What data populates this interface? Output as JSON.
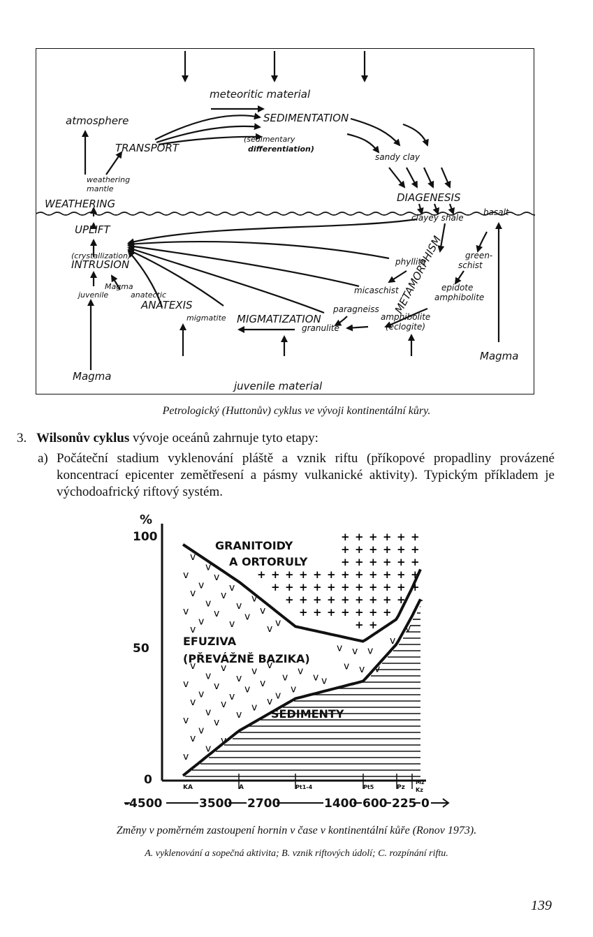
{
  "diagram": {
    "labels": {
      "meteoritic": "meteoritic material",
      "sedimentation": "SEDIMENTATION",
      "atmosphere": "atmosphere",
      "transport": "TRANSPORT",
      "sed_diff1": "(sedimentary",
      "sed_diff2": "differentiation)",
      "sandy_clay": "sandy clay",
      "weathering_mantle1": "weathering",
      "weathering_mantle2": "mantle",
      "weathering": "WEATHERING",
      "diagenesis": "DIAGENESIS",
      "clayey_shale": "clayey shale",
      "basalt": "basalt",
      "uplift": "UPLIFT",
      "crystallization": "(crystallization)",
      "intrusion": "INTRUSION",
      "phyllite": "phyllite",
      "greenschist1": "green-",
      "greenschist2": "schist",
      "metamorphism": "METAMORPHISM",
      "magma_small": "Magma",
      "juvenile": "juvenile",
      "anatectic": "anatectic",
      "micaschist": "micaschist",
      "epidote": "epidote",
      "amphibolite": "amphibolite",
      "anatexis": "ANATEXIS",
      "paragneiss": "paragneiss",
      "migmatite": "migmatite",
      "migmatization": "MIGMATIZATION",
      "amphibolite2": "amphibolite",
      "eclogite": "(eclogite)",
      "granulite": "granulite",
      "magma_left": "Magma",
      "magma_right": "Magma",
      "juvenile_material": "juvenile material"
    }
  },
  "caption1": "Petrologický (Huttonův) cyklus ve vývoji kontinentální kůry.",
  "item3": {
    "number": "3.",
    "bold": "Wilsonův cyklus",
    "rest": " vývoje oceánů zahrnuje tyto etapy:"
  },
  "item_a": {
    "label": "a)",
    "text": "Počáteční stadium vyklenování pláště a vznik riftu (příkopové propadliny provázené koncentrací epicenter zemětřesení a pásmy vulkanické aktivity). Typickým příkladem je východoafrický riftový systém."
  },
  "chart_data": {
    "type": "area",
    "title": "",
    "ylabel": "%",
    "y_ticks": [
      "100",
      "50",
      "0"
    ],
    "x_ticks": [
      "-4500",
      "3500",
      "2700",
      "1400",
      "600",
      "225",
      "0"
    ],
    "era_labels": [
      "KA",
      "A",
      "Pt1-4",
      "Pt5",
      "Pz",
      "Mz",
      "Kz"
    ],
    "ylim": [
      0,
      100
    ],
    "regions": [
      {
        "name": "GRANITOIDY A ORTORULY",
        "pattern": "plus"
      },
      {
        "name": "EFUZIVA (PŘEVÁŽNĚ BAZIKA)",
        "pattern": "v"
      },
      {
        "name": "SEDIMENTY",
        "pattern": "hatch"
      }
    ],
    "labels": {
      "granit1": "GRANITOIDY",
      "granit2": "A ORTORULY",
      "efuz1": "EFUZIVA",
      "efuz2": "(PŘEVÁŽNĚ BAZIKA)",
      "sed": "SEDIMENTY"
    },
    "upper_boundary": [
      [
        -4500,
        95
      ],
      [
        -3500,
        80
      ],
      [
        -2700,
        62
      ],
      [
        -1400,
        56
      ],
      [
        -600,
        65
      ],
      [
        0,
        85
      ]
    ],
    "lower_boundary": [
      [
        -4500,
        2
      ],
      [
        -3500,
        20
      ],
      [
        -2700,
        33
      ],
      [
        -1400,
        40
      ],
      [
        -600,
        55
      ],
      [
        0,
        73
      ]
    ]
  },
  "caption2": "Změny v poměrném zastoupení hornin v čase v kontinentální kůře (Ronov 1973).",
  "caption3": "A. vyklenování a sopečná aktivita; B. vznik riftových údolí; C. rozpínání riftu.",
  "page_number": "139"
}
